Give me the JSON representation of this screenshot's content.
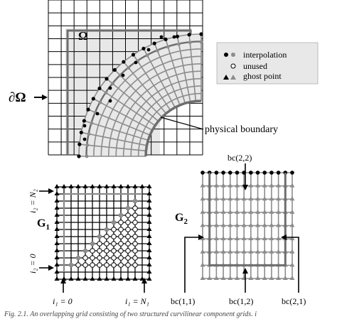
{
  "figure": {
    "omega_label": "Ω",
    "boundary_label": "∂Ω",
    "legend": {
      "items": [
        {
          "marker": "filled-circle-pair",
          "label": "interpolation"
        },
        {
          "marker": "hollow-circle",
          "label": "unused"
        },
        {
          "marker": "filled-triangle-pair",
          "label": "ghost point"
        }
      ]
    },
    "physical_boundary_label": "physical boundary",
    "grid1": {
      "label": "G",
      "label_sub": "1",
      "left_top_label": "i₂ = N₂",
      "left_bottom_label": "i₂ = 0",
      "bottom_left_label": "i₁ = 0",
      "bottom_right_label": "i₁ = N₁"
    },
    "grid2": {
      "label": "G",
      "label_sub": "2",
      "bc_top": "bc(2,2)",
      "bc_bottom_left": "bc(1,1)",
      "bc_bottom_mid": "bc(1,2)",
      "bc_bottom_right": "bc(2,1)"
    },
    "caption": "Fig. 2.1. An overlapping grid consisting of two structured curvilinear component grids. i"
  },
  "colors": {
    "dark": "#000000",
    "gray": "#8c8c8c",
    "fill": "#e8e8e8",
    "thick_gray": "#6e6e6e"
  }
}
